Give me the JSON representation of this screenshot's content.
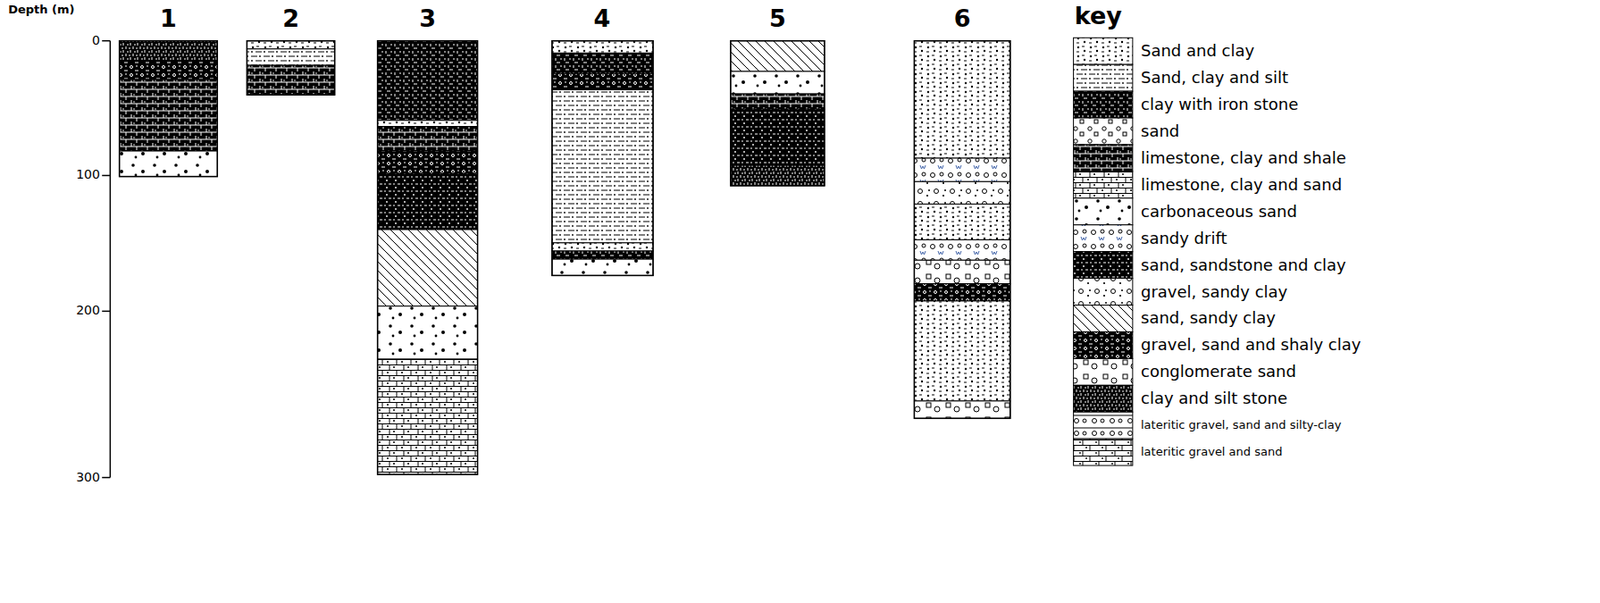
{
  "diagram": {
    "labels": [
      "Depth (m)",
      "0",
      "100",
      "200",
      "300",
      "1",
      "2",
      "3",
      "4",
      "5",
      "6",
      "key"
    ],
    "legend": [
      {
        "text": "Sand and clay"
      },
      {
        "text": "Sand, clay and silt"
      },
      {
        "text": "clay with iron stone"
      },
      {
        "text": "sand"
      },
      {
        "text": "limestone, clay and shale"
      },
      {
        "text": "limestone, clay and sand"
      },
      {
        "text": "carbonaceous sand"
      },
      {
        "text": "sandy drift"
      },
      {
        "text": "sand, sandstone and clay"
      },
      {
        "text": "gravel, sandy clay"
      },
      {
        "text": "sand, sandy clay"
      },
      {
        "text": "gravel, sand and shaly clay"
      },
      {
        "text": "conglomerate sand"
      },
      {
        "text": "clay and silt stone"
      },
      {
        "text": "lateritic gravel, sand and silty-clay"
      },
      {
        "text": "lateritic gravel and sand"
      }
    ]
  }
}
